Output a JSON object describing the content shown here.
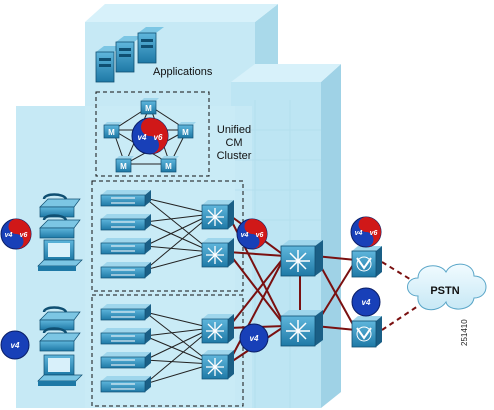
{
  "labels": {
    "applications": "Applications",
    "cluster": [
      "Unified",
      "CM",
      "Cluster"
    ],
    "pstn": "PSTN",
    "figure_id": "251410"
  },
  "badges": {
    "v4": "v4",
    "v6": "v6",
    "server": "M"
  },
  "colors": {
    "building_front": "#c6e9f5",
    "building_side": "#a9d9ea",
    "building_edge": "#7fbfd6",
    "device_blue": "#1f7aa8",
    "v4_badge": "#1840b8",
    "v6_badge": "#d01818",
    "wan_link": "#7a1010",
    "cloud": "#dff3fb"
  }
}
